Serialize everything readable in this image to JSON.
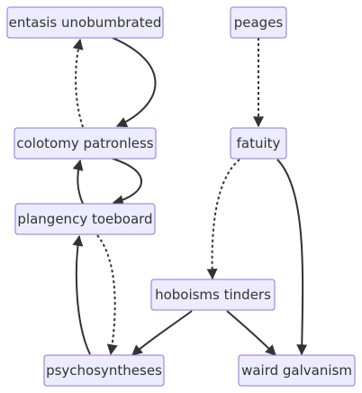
{
  "diagram": {
    "nodes": {
      "entasis": "entasis unobumbrated",
      "peages": "peages",
      "colotomy": "colotomy patronless",
      "fatuity": "fatuity",
      "plangency": "plangency toeboard",
      "hoboisms": "hoboisms tinders",
      "psychosyntheses": "psychosyntheses",
      "waird": "waird galvanism"
    },
    "edges": [
      {
        "from": "entasis unobumbrated",
        "to": "colotomy patronless",
        "style": "solid"
      },
      {
        "from": "colotomy patronless",
        "to": "entasis unobumbrated",
        "style": "dotted"
      },
      {
        "from": "peages",
        "to": "fatuity",
        "style": "dotted"
      },
      {
        "from": "colotomy patronless",
        "to": "plangency toeboard",
        "style": "solid"
      },
      {
        "from": "plangency toeboard",
        "to": "colotomy patronless",
        "style": "solid"
      },
      {
        "from": "fatuity",
        "to": "hoboisms tinders",
        "style": "dotted"
      },
      {
        "from": "fatuity",
        "to": "waird galvanism",
        "style": "solid"
      },
      {
        "from": "plangency toeboard",
        "to": "psychosyntheses",
        "style": "dotted"
      },
      {
        "from": "psychosyntheses",
        "to": "plangency toeboard",
        "style": "solid"
      },
      {
        "from": "hoboisms tinders",
        "to": "psychosyntheses",
        "style": "solid"
      },
      {
        "from": "hoboisms tinders",
        "to": "waird galvanism",
        "style": "solid"
      }
    ],
    "colors": {
      "node_fill": "#ECECFF",
      "node_stroke": "#9370DB",
      "edge": "#333333",
      "text": "#333333"
    }
  }
}
